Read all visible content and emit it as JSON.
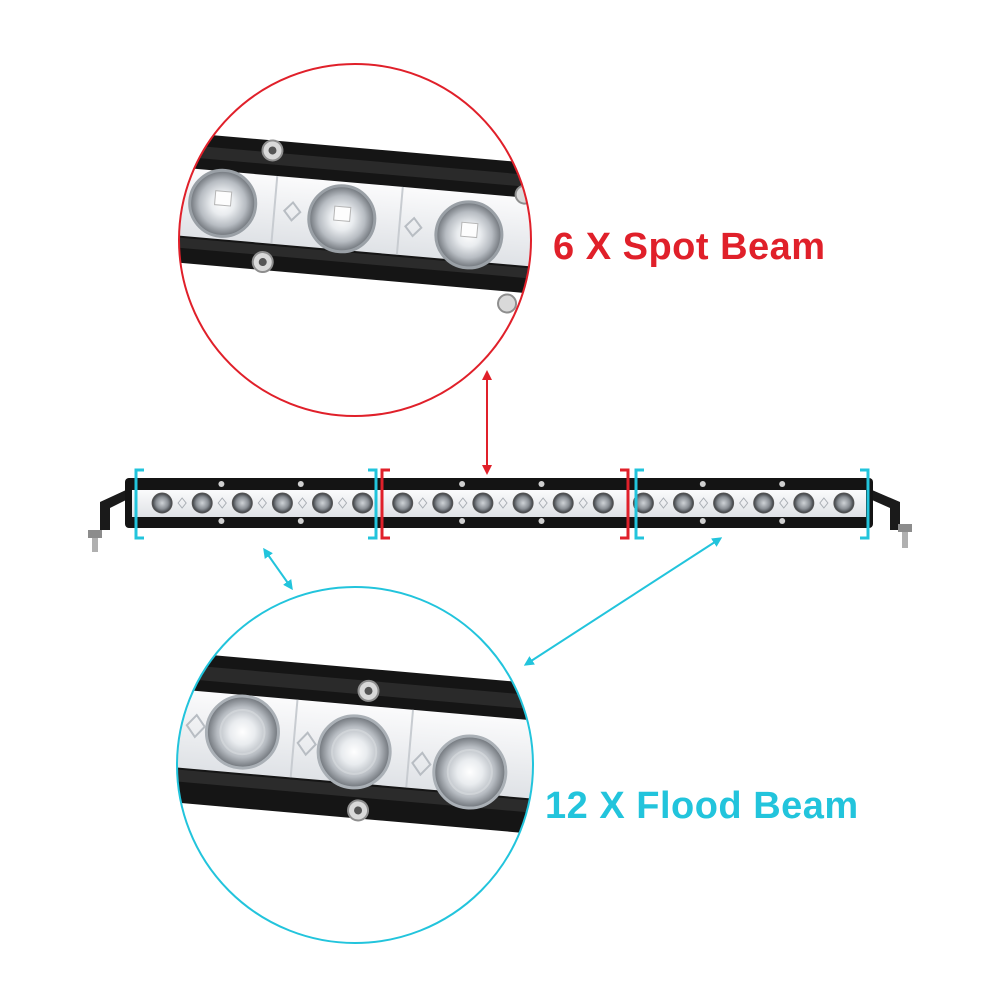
{
  "labels": {
    "spot": "6 X Spot Beam",
    "flood": "12 X Flood Beam"
  },
  "colors": {
    "spot": "#e0202a",
    "flood": "#22c4dc",
    "housing": "#141414",
    "lens": "#f2f3f5",
    "background": "#ffffff"
  },
  "light_bar": {
    "segments": [
      {
        "beam": "flood",
        "leds": 6
      },
      {
        "beam": "spot",
        "leds": 6
      },
      {
        "beam": "flood",
        "leds": 6
      }
    ]
  },
  "icons": [
    "spot-beam-zoom-icon",
    "flood-beam-zoom-icon",
    "mounting-bracket-icon",
    "double-arrow-icon"
  ]
}
